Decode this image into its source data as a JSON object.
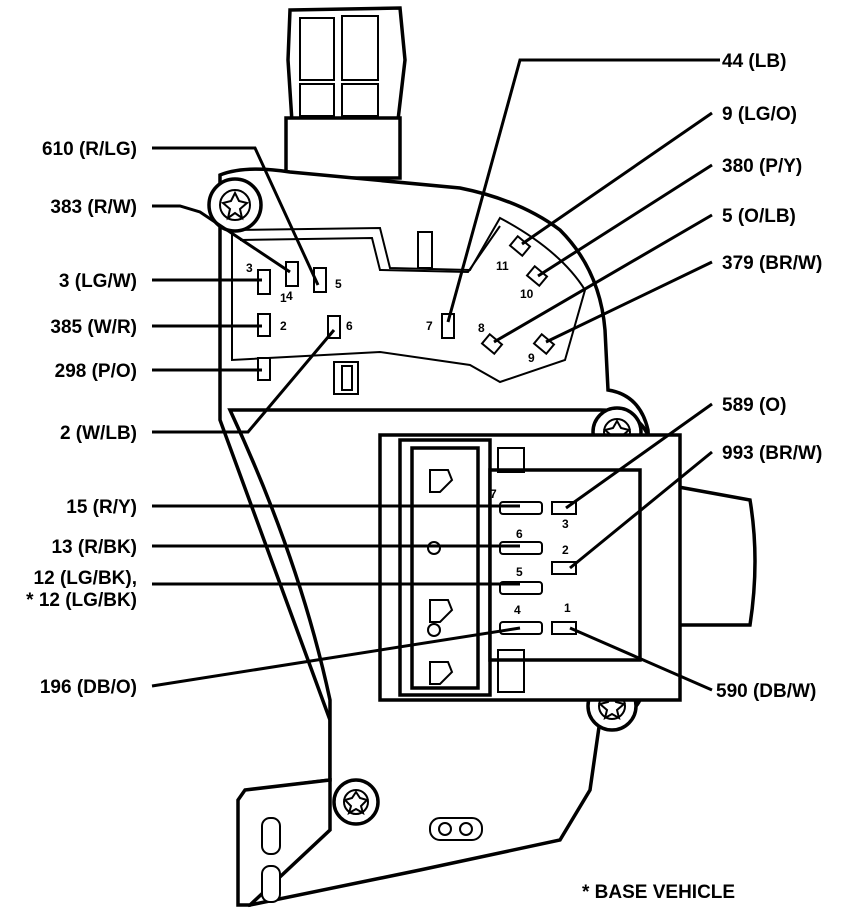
{
  "wire_labels": {
    "w610": "610 (R/LG)",
    "w383": "383 (R/W)",
    "w3": "3 (LG/W)",
    "w385": "385 (W/R)",
    "w298": "298 (P/O)",
    "w2": "2 (W/LB)",
    "w15": "15 (R/Y)",
    "w13": "13 (R/BK)",
    "w12a": "12 (LG/BK),",
    "w12b": "* 12 (LG/BK)",
    "w196": "196 (DB/O)",
    "w44": "44 (LB)",
    "w9": "9 (LG/O)",
    "w380": "380 (P/Y)",
    "w5": "5 (O/LB)",
    "w379": "379 (BR/W)",
    "w589": "589 (O)",
    "w993": "993 (BR/W)",
    "w590": "590 (DB/W)"
  },
  "upper_pins": {
    "p1": "1",
    "p2": "2",
    "p3": "3",
    "p4": "4",
    "p5": "5",
    "p6": "6",
    "p7": "7",
    "p8": "8",
    "p9": "9",
    "p10": "10",
    "p11": "11"
  },
  "lower_pins": {
    "l1": "1",
    "l2": "2",
    "l3": "3",
    "l4": "4",
    "l5": "5",
    "l6": "6",
    "l7": "7"
  },
  "footnote": "* BASE VEHICLE"
}
